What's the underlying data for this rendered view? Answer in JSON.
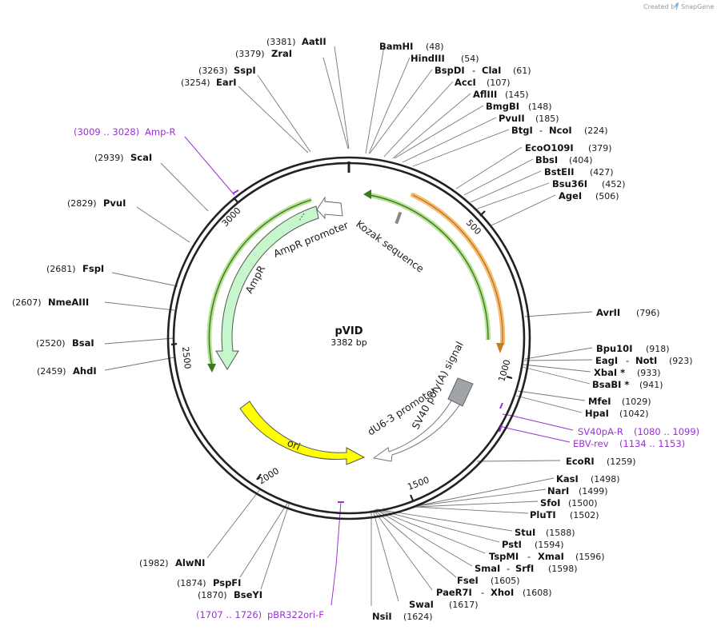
{
  "credit": {
    "created_by": "Created by",
    "app": "SnapGene"
  },
  "plasmid": {
    "name": "pVID",
    "length_label": "3382 bp",
    "length": 3382
  },
  "colors": {
    "backbone": "#222222",
    "primer": "#9b30d9",
    "orange_feature": "#f4a640",
    "green_feature": "#5aa32c",
    "ampr": "#c6f7cc",
    "ori": "#ffff00",
    "signal": "#a0a4a8",
    "promoter": "#ffffff",
    "kozak": "#888888"
  },
  "position_ticks": [
    {
      "label": "500",
      "pos": 500
    },
    {
      "label": "1000",
      "pos": 1000
    },
    {
      "label": "1500",
      "pos": 1500
    },
    {
      "label": "2000",
      "pos": 2000
    },
    {
      "label": "2500",
      "pos": 2500
    },
    {
      "label": "3000",
      "pos": 3000
    }
  ],
  "sites": [
    {
      "name": "AatII",
      "pos": "(3381)",
      "bp": 3381
    },
    {
      "name": "ZraI",
      "pos": "(3379)",
      "bp": 3379
    },
    {
      "name": "SspI",
      "pos": "(3263)",
      "bp": 3263
    },
    {
      "name": "EarI",
      "pos": "(3254)",
      "bp": 3254
    },
    {
      "name": "ScaI",
      "pos": "(2939)",
      "bp": 2939
    },
    {
      "name": "PvuI",
      "pos": "(2829)",
      "bp": 2829
    },
    {
      "name": "FspI",
      "pos": "(2681)",
      "bp": 2681
    },
    {
      "name": "NmeAIII",
      "pos": "(2607)",
      "bp": 2607
    },
    {
      "name": "BsaI",
      "pos": "(2520)",
      "bp": 2520
    },
    {
      "name": "AhdI",
      "pos": "(2459)",
      "bp": 2459
    },
    {
      "name": "AlwNI",
      "pos": "(1982)",
      "bp": 1982
    },
    {
      "name": "PspFI",
      "pos": "(1874)",
      "bp": 1874
    },
    {
      "name": "BseYI",
      "pos": "(1870)",
      "bp": 1870
    },
    {
      "name": "NsiI",
      "pos": "(1624)",
      "bp": 1624
    },
    {
      "name": "SwaI",
      "pos": "(1617)",
      "bp": 1617
    },
    {
      "name": "PaeR7I",
      "name2": "XhoI",
      "pos": "(1608)",
      "bp": 1608
    },
    {
      "name": "FseI",
      "pos": "(1605)",
      "bp": 1605
    },
    {
      "name": "SmaI",
      "name2": "SrfI",
      "pos": "(1598)",
      "bp": 1598
    },
    {
      "name": "TspMI",
      "name2": "XmaI",
      "pos": "(1596)",
      "bp": 1596
    },
    {
      "name": "PstI",
      "pos": "(1594)",
      "bp": 1594
    },
    {
      "name": "StuI",
      "pos": "(1588)",
      "bp": 1588
    },
    {
      "name": "PluTI",
      "pos": "(1502)",
      "bp": 1502
    },
    {
      "name": "SfoI",
      "pos": "(1500)",
      "bp": 1500
    },
    {
      "name": "NarI",
      "pos": "(1499)",
      "bp": 1499
    },
    {
      "name": "KasI",
      "pos": "(1498)",
      "bp": 1498
    },
    {
      "name": "EcoRI",
      "pos": "(1259)",
      "bp": 1259
    },
    {
      "name": "HpaI",
      "pos": "(1042)",
      "bp": 1042
    },
    {
      "name": "MfeI",
      "pos": "(1029)",
      "bp": 1029
    },
    {
      "name": "BsaBI *",
      "pos": "(941)",
      "bp": 941
    },
    {
      "name": "XbaI *",
      "pos": "(933)",
      "bp": 933
    },
    {
      "name": "EagI",
      "name2": "NotI",
      "pos": "(923)",
      "bp": 923
    },
    {
      "name": "Bpu10I",
      "pos": "(918)",
      "bp": 918
    },
    {
      "name": "AvrII",
      "pos": "(796)",
      "bp": 796
    },
    {
      "name": "AgeI",
      "pos": "(506)",
      "bp": 506
    },
    {
      "name": "Bsu36I",
      "pos": "(452)",
      "bp": 452
    },
    {
      "name": "BstEII",
      "pos": "(427)",
      "bp": 427
    },
    {
      "name": "BbsI",
      "pos": "(404)",
      "bp": 404
    },
    {
      "name": "EcoO109I",
      "pos": "(379)",
      "bp": 379
    },
    {
      "name": "BtgI",
      "name2": "NcoI",
      "pos": "(224)",
      "bp": 224
    },
    {
      "name": "PvuII",
      "pos": "(185)",
      "bp": 185
    },
    {
      "name": "BmgBI",
      "pos": "(148)",
      "bp": 148
    },
    {
      "name": "AflIII",
      "pos": "(145)",
      "bp": 145
    },
    {
      "name": "AccI",
      "pos": "(107)",
      "bp": 107
    },
    {
      "name": "BspDI",
      "name2": "ClaI",
      "pos": "(61)",
      "bp": 61
    },
    {
      "name": "HindIII",
      "pos": "(54)",
      "bp": 54
    },
    {
      "name": "BamHI",
      "pos": "(48)",
      "bp": 48
    }
  ],
  "primers": [
    {
      "name": "Amp-R",
      "range": "(3009 .. 3028)",
      "start": 3009,
      "end": 3028
    },
    {
      "name": "SV40pA-R",
      "range": "(1080 .. 1099)",
      "start": 1080,
      "end": 1099
    },
    {
      "name": "EBV-rev",
      "range": "(1134 .. 1153)",
      "start": 1134,
      "end": 1153
    },
    {
      "name": "pBR322ori-F",
      "range": "(1707 .. 1726)",
      "start": 1707,
      "end": 1726
    }
  ],
  "features": [
    {
      "name": "Kozak sequence",
      "label": "Kozak sequence"
    },
    {
      "name": "AmpR promoter",
      "label": "AmpR promoter"
    },
    {
      "name": "AmpR",
      "label": "AmpR"
    },
    {
      "name": "ori",
      "label": "ori"
    },
    {
      "name": "dU6-3 promoter",
      "label": "dU6-3 promoter"
    },
    {
      "name": "SV40 poly(A) signal",
      "label": "SV40 poly(A) signal"
    }
  ]
}
